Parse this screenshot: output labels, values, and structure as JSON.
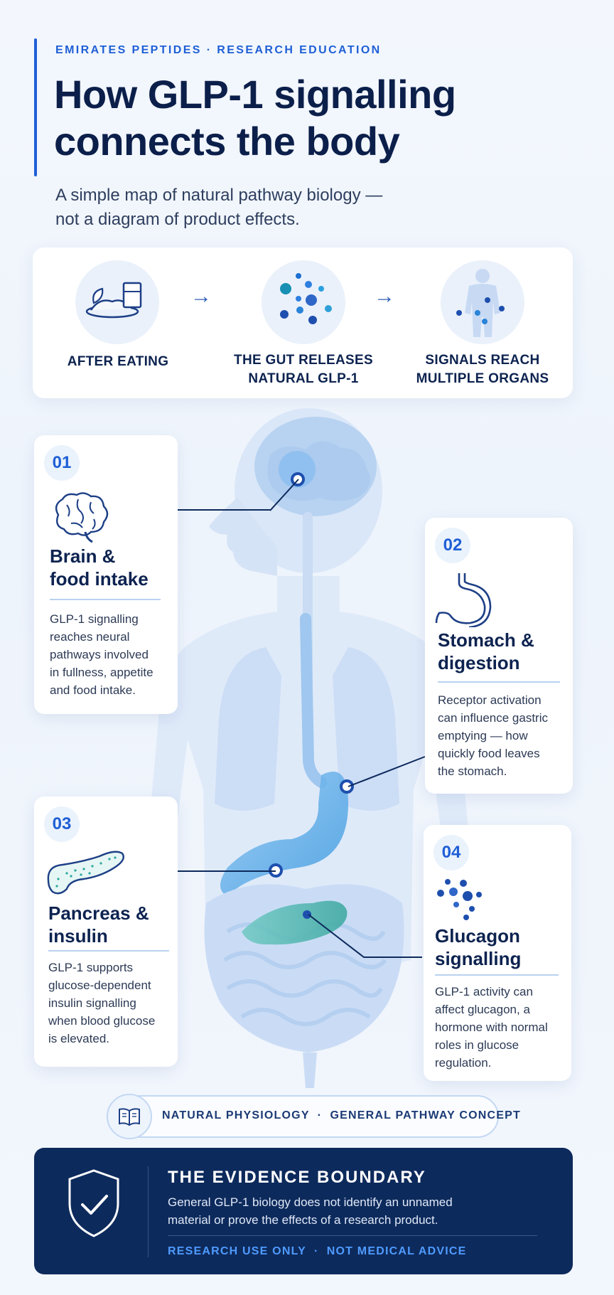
{
  "header": {
    "eyebrow": "EMIRATES PEPTIDES · RESEARCH EDUCATION",
    "title_line1": "How GLP-1 signalling",
    "title_line2": "connects the body",
    "subtitle_line1": "A simple map of natural pathway biology —",
    "subtitle_line2": "not a diagram of product effects."
  },
  "flow": {
    "steps": [
      {
        "label_line1": "AFTER EATING",
        "label_line2": "",
        "icon": "meal-icon"
      },
      {
        "label_line1": "THE GUT RELEASES",
        "label_line2": "NATURAL GLP-1",
        "icon": "molecules-icon"
      },
      {
        "label_line1": "SIGNALS REACH",
        "label_line2": "MULTIPLE ORGANS",
        "icon": "body-silhouette-icon"
      }
    ],
    "arrow": "→"
  },
  "cards": [
    {
      "num": "01",
      "title_line1": "Brain &",
      "title_line2": "food intake",
      "text": [
        "GLP-1 signalling",
        "reaches neural",
        "pathways involved",
        "in fullness, appetite",
        "and food intake."
      ],
      "icon": "brain-icon"
    },
    {
      "num": "02",
      "title_line1": "Stomach &",
      "title_line2": "digestion",
      "text": [
        "Receptor activation",
        "can influence gastric",
        "emptying — how",
        "quickly food leaves",
        "the stomach."
      ],
      "icon": "stomach-icon"
    },
    {
      "num": "03",
      "title_line1": "Pancreas &",
      "title_line2": "insulin",
      "text": [
        "GLP-1 supports",
        "glucose-dependent",
        "insulin signalling",
        "when blood glucose",
        "is elevated."
      ],
      "icon": "pancreas-icon"
    },
    {
      "num": "04",
      "title_line1": "Glucagon",
      "title_line2": "signalling",
      "text": [
        "GLP-1 activity can",
        "affect glucagon, a",
        "hormone with normal",
        "roles in glucose",
        "regulation."
      ],
      "icon": "molecules-icon"
    }
  ],
  "pill": {
    "text": "NATURAL PHYSIOLOGY  ·  GENERAL PATHWAY CONCEPT",
    "icon": "book-icon"
  },
  "evidence": {
    "title": "THE EVIDENCE BOUNDARY",
    "text_line1": "General GLP-1 biology does not identify an unnamed",
    "text_line2": "material or prove the effects of a research product.",
    "footer": "RESEARCH USE ONLY  ·  NOT MEDICAL ADVICE",
    "icon": "shield-check-icon"
  },
  "colors": {
    "accent": "#1f5fd6",
    "navy": "#0d2a5c",
    "text_dark": "#0d2350",
    "footer_blue": "#4f9bff"
  }
}
